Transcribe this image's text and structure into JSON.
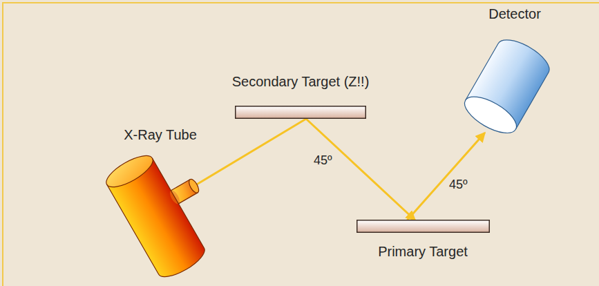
{
  "diagram": {
    "nodes": [
      {
        "text": [
          "X-Ray Tube"
        ]
      },
      {
        "text": [
          "Secondary Target (Z!!)"
        ]
      },
      {
        "text": [
          "Primary Target"
        ]
      },
      {
        "text": [
          "Detector"
        ]
      }
    ],
    "edges": [
      {
        "from": 0,
        "to": 1,
        "arrow": "none"
      },
      {
        "from": 1,
        "to": 2,
        "arrow": "to"
      },
      {
        "from": 2,
        "to": 3,
        "arrow": "to"
      }
    ],
    "labels": [
      "45º",
      "45º"
    ]
  }
}
